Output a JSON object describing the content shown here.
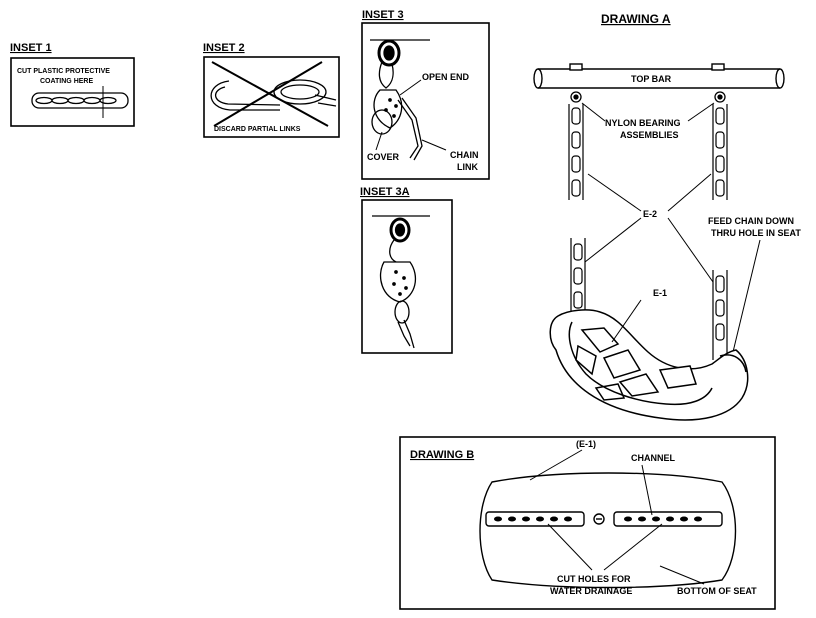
{
  "inset1": {
    "title": "INSET 1",
    "caption_line1": "CUT PLASTIC PROTECTIVE",
    "caption_line2": "COATING HERE"
  },
  "inset2": {
    "title": "INSET 2",
    "caption": "DISCARD PARTIAL LINKS"
  },
  "inset3": {
    "title": "INSET 3",
    "open_end": "OPEN END",
    "cover": "COVER",
    "chain_link_line1": "CHAIN",
    "chain_link_line2": "LINK"
  },
  "inset3a": {
    "title": "INSET 3A"
  },
  "drawing_a": {
    "title": "DRAWING A",
    "top_bar": "TOP BAR",
    "nylon_line1": "NYLON BEARING",
    "nylon_line2": "ASSEMBLIES",
    "e2": "E-2",
    "e1": "E-1",
    "feed_line1": "FEED CHAIN DOWN",
    "feed_line2": "THRU HOLE IN SEAT"
  },
  "drawing_b": {
    "title": "DRAWING B",
    "e1": "(E-1)",
    "channel": "CHANNEL",
    "cut_line1": "CUT HOLES FOR",
    "cut_line2": "WATER DRAINAGE",
    "bottom": "BOTTOM OF SEAT"
  }
}
